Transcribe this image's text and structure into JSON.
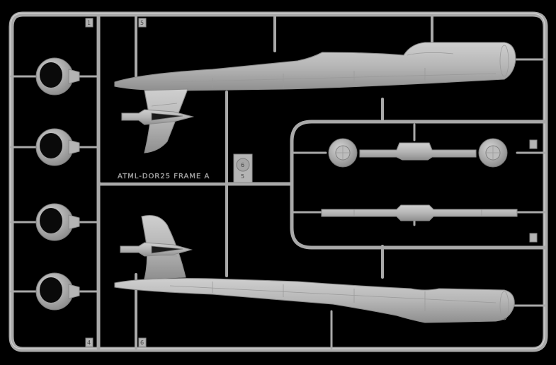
{
  "sprue": {
    "frame_label": "ATML-DOR25 FRAME A",
    "gate_numbers": [
      "1",
      "5",
      "4",
      "6"
    ],
    "badge_numbers": [
      "6",
      "5"
    ],
    "colors": {
      "background": "#000000",
      "plastic": "#b8b8b8",
      "plastic_shadow": "#8e8e8e"
    }
  },
  "parts": [
    "fuselage-half-upper",
    "fuselage-half-lower",
    "tail-fin-upper",
    "tail-fin-lower",
    "canopy-insert-upper",
    "canopy-insert-lower",
    "engine-cowling-1",
    "engine-cowling-2",
    "engine-cowling-3",
    "engine-cowling-4",
    "wheel-hub-left",
    "wheel-hub-right",
    "landing-gear-strut-upper",
    "landing-gear-strut-lower"
  ]
}
